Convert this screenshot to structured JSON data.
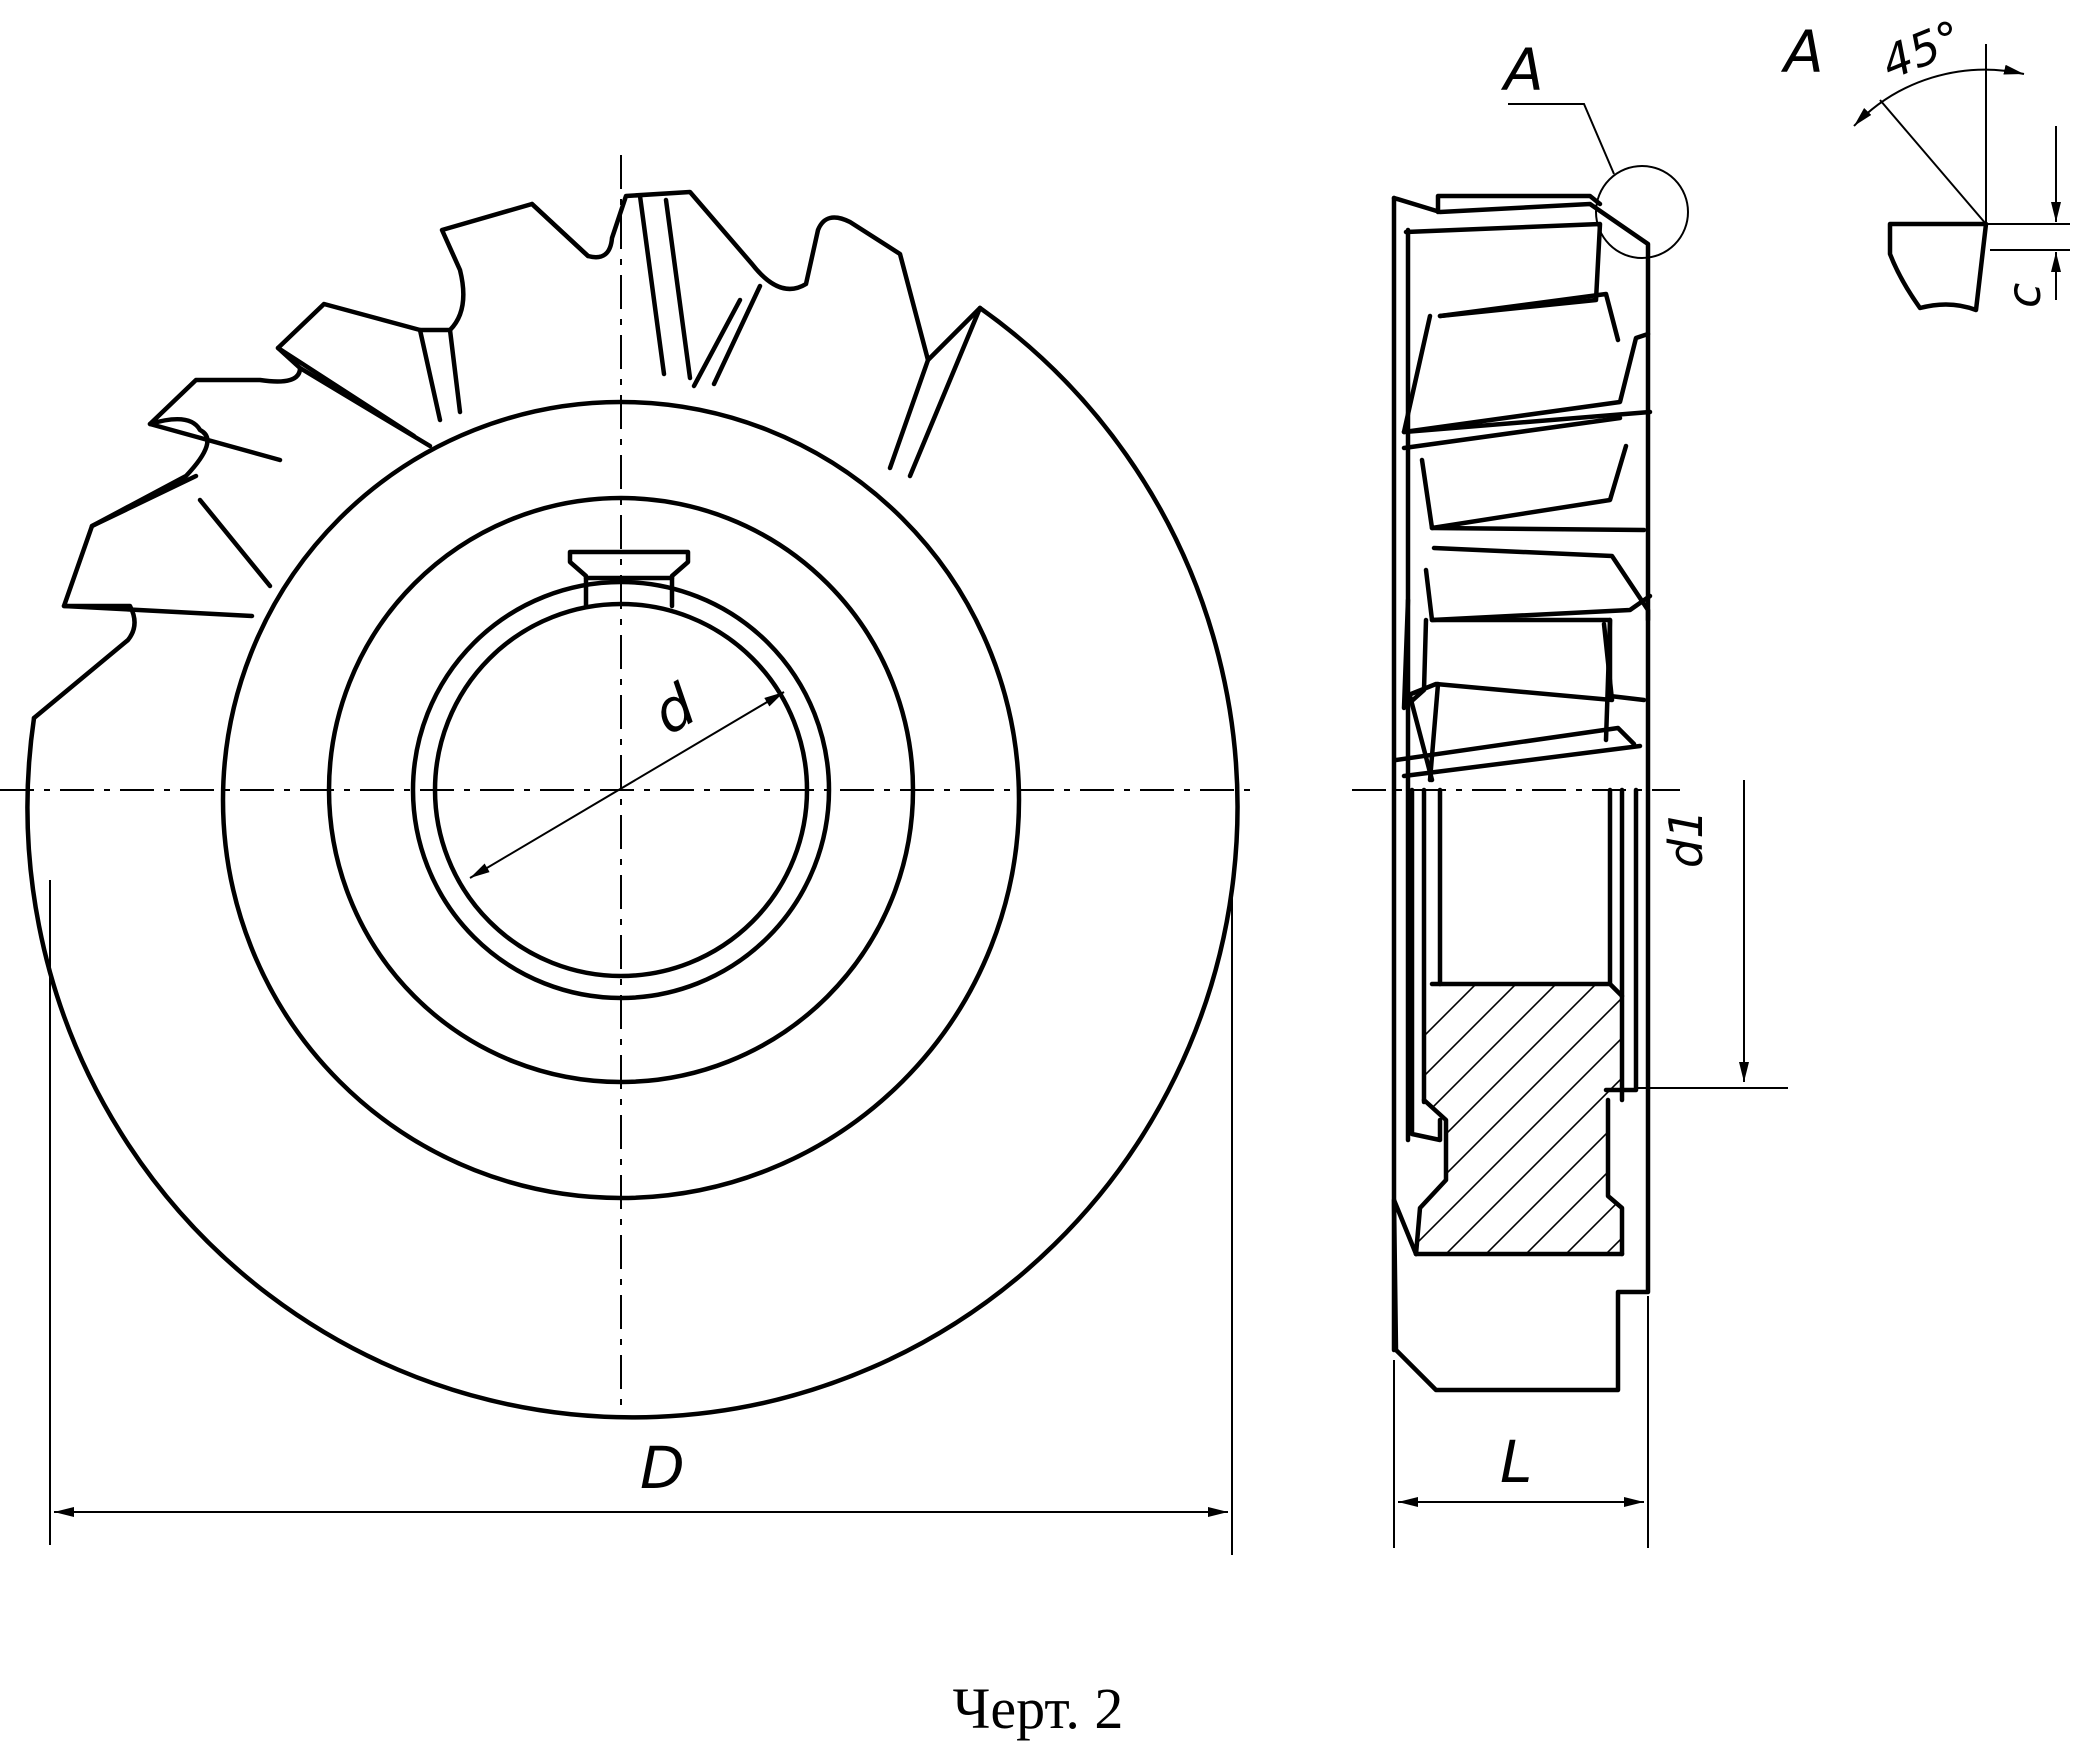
{
  "labels": {
    "diameter_outer": "D",
    "diameter_bore": "d",
    "diameter_hub": "d1",
    "width": "L",
    "detail_ref": "A",
    "detail_title": "A",
    "angle": "45°",
    "chamfer": "c"
  },
  "caption": "Черт. 2"
}
